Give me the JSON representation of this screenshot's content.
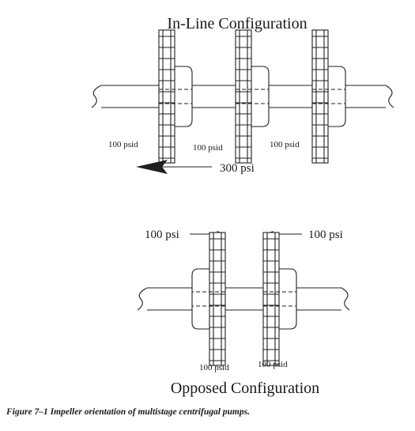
{
  "inline": {
    "title": "In-Line Configuration",
    "stage_labels": [
      "100 psid",
      "100 psid",
      "100 psid"
    ],
    "total_thrust": "300 psi"
  },
  "opposed": {
    "title": "Opposed Configuration",
    "left_thrust": "100 psi",
    "right_thrust": "100 psi",
    "stage_labels": [
      "100 psid",
      "100 psid"
    ]
  },
  "caption": "Figure 7–1 Impeller orientation of multistage centrifugal pumps."
}
